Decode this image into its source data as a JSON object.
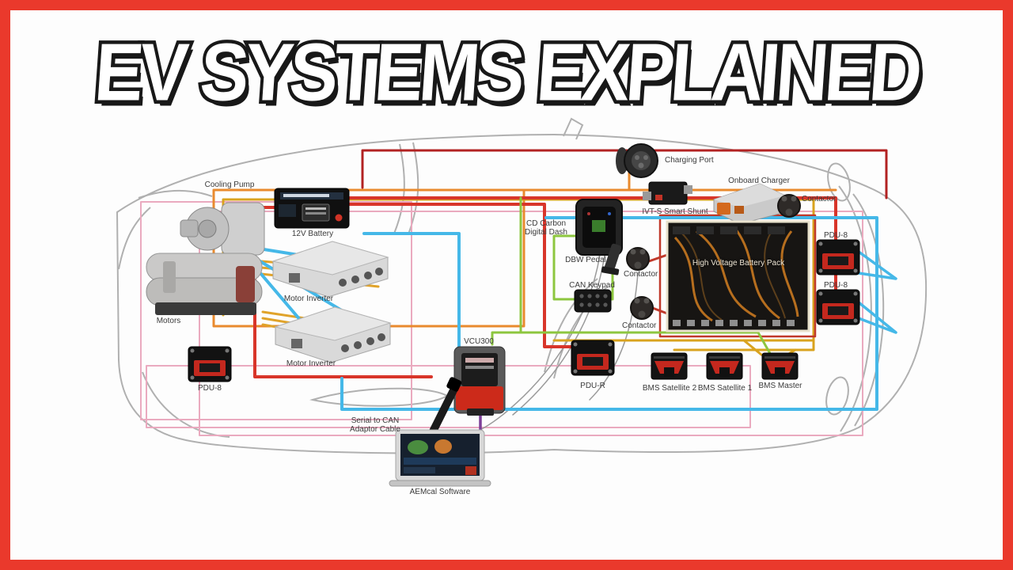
{
  "title": "EV SYSTEMS EXPLAINED",
  "colors": {
    "frame": "#ea392c",
    "wire_red": "#d8352a",
    "wire_dark_red": "#b22222",
    "wire_crimson": "#c0392b",
    "wire_orange": "#e98a2e",
    "wire_amber": "#d9a31e",
    "wire_yellow": "#e0a32a",
    "wire_cyan": "#45b8e8",
    "wire_green": "#8dc63f",
    "wire_pink": "#eaaabf",
    "wire_purple": "#7d3f98",
    "car_outline": "#b0b0b0"
  },
  "diagram": {
    "labels": {
      "cooling_pump": "Cooling Pump",
      "battery_12v": "12V Battery",
      "motor_inverter_1": "Motor Inverter",
      "motor_inverter_2": "Motor Inverter",
      "motors": "Motors",
      "pdu8_left": "PDU-8",
      "charging_port": "Charging Port",
      "onboard_charger": "Onboard Charger",
      "contactor_top": "Contactor",
      "ivt_shunt": "IVT-S Smart Shunt",
      "dash_line1": "CD Carbon",
      "dash_line2": "Digital Dash",
      "dbw_pedal": "DBW Pedal",
      "contactor_mid": "Contactor",
      "can_keypad": "CAN Keypad",
      "contactor_low": "Contactor",
      "hv_battery": "High Voltage Battery Pack",
      "pdu8_right_top": "PDU-8",
      "pdu8_right_bottom": "PDU-8",
      "vcu300": "VCU300",
      "pdu_r": "PDU-R",
      "bms_satellite_2": "BMS Satellite 2",
      "bms_satellite_1": "BMS Satellite 1",
      "bms_master": "BMS Master",
      "serial_cable_line1": "Serial to CAN",
      "serial_cable_line2": "Adaptor Cable",
      "aemcal": "AEMcal Software"
    }
  }
}
